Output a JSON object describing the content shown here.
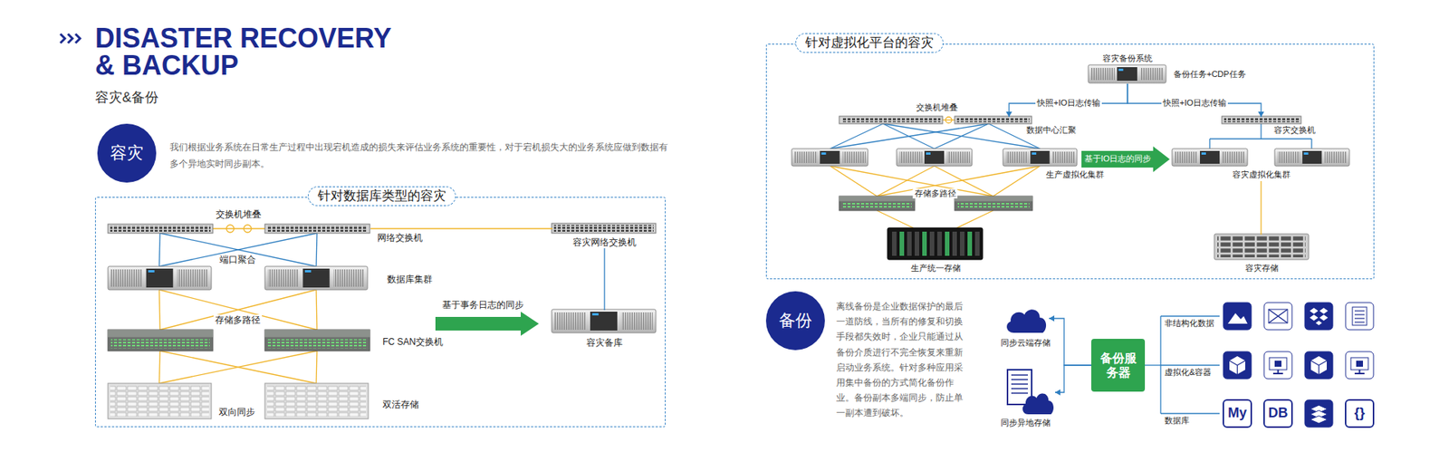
{
  "diagram": {
    "title": "DISASTER RECOVERY & BACKUP",
    "nodes": [
      {
        "text": [
          "容灾"
        ]
      },
      {
        "text": [
          "针对数据库类型的容灾"
        ]
      },
      {
        "text": [
          "交换机堆叠",
          "网络交换机"
        ],
        "in": 1
      },
      {
        "text": [
          "容灾网络交换机"
        ],
        "in": 1
      },
      {
        "text": [
          "数据库集群"
        ],
        "in": 1
      },
      {
        "text": [
          "FC SAN交换机"
        ],
        "in": 1
      },
      {
        "text": [
          "双向同步",
          "双活存储"
        ],
        "in": 1
      },
      {
        "text": [
          "容灾备库"
        ],
        "in": 1
      },
      {
        "text": [
          "备份"
        ]
      },
      {
        "text": [
          "针对虚拟化平台的容灾"
        ]
      },
      {
        "text": [
          "容灾备份系统",
          "备份任务+CDP任务"
        ],
        "in": 9
      },
      {
        "text": [
          "交换机堆叠",
          "数据中心汇聚"
        ],
        "in": 9
      },
      {
        "text": [
          "容灾交换机"
        ],
        "in": 9
      },
      {
        "text": [
          "生产虚拟化集群"
        ],
        "in": 9
      },
      {
        "text": [
          "容灾虚拟化集群"
        ],
        "in": 9
      },
      {
        "text": [
          "生产统一存储"
        ],
        "in": 9
      },
      {
        "text": [
          "容灾存储"
        ],
        "in": 9
      },
      {
        "text": [
          "同步云端存储"
        ]
      },
      {
        "text": [
          "同步异地存储"
        ]
      },
      {
        "text": [
          "备份服务器"
        ]
      },
      {
        "text": [
          "My"
        ]
      },
      {
        "text": [
          "DB"
        ]
      },
      {
        "text": [
          "{}"
        ]
      }
    ],
    "edges": [
      {
        "from": 2,
        "to": 3,
        "arrow": "none"
      },
      {
        "from": 3,
        "to": 7,
        "arrow": "none"
      },
      {
        "from": 10,
        "to": 11,
        "label": "快照+IO日志传输",
        "arrow": "to"
      },
      {
        "from": 10,
        "to": 12,
        "label": "快照+IO日志传输",
        "arrow": "to"
      },
      {
        "from": 14,
        "to": 16,
        "arrow": "none"
      },
      {
        "from": 19,
        "to": 17,
        "arrow": "to"
      },
      {
        "from": 19,
        "to": 18,
        "arrow": "to"
      }
    ],
    "labels": [
      "容灾&备份",
      "我们根据业务系统在日常生产过程中出现宕机造成的损失来评估业务系统的重要性，对于宕机损失大的业务系统应做到数据有多个异地实时同步副本。",
      "端口聚合",
      "存储多路径",
      "基于事务日志的同步",
      "存储多路径",
      "基于IO日志的同步",
      "离线备份是企业数据保护的最后一道防线，当所有的修复和切换手段都失效时，企业只能通过从备份介质进行不完全恢复来重新启动业务系统。针对多种应用采用集中备份的方式简化备份作业。备份副本多端同步，防止单一副本遭到破坏。",
      "非结构化数据",
      "虚拟化&容器",
      "数据库"
    ]
  }
}
